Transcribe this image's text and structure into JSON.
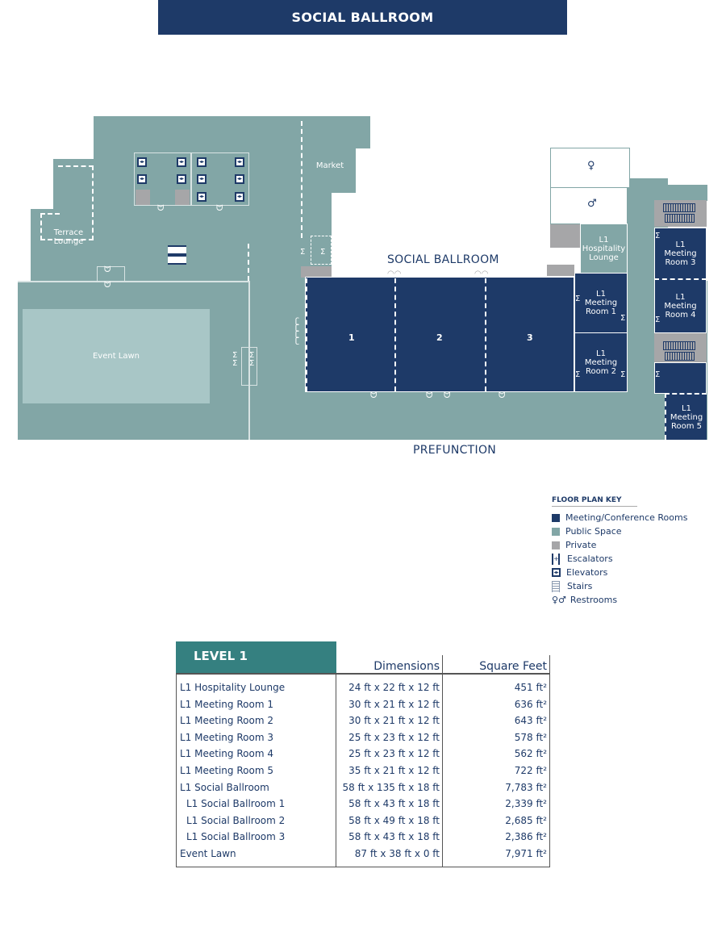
{
  "header": {
    "title": "SOCIAL BALLROOM"
  },
  "colors": {
    "meeting": "#1e3a68",
    "public": "#82a6a6",
    "private": "#a6a6a8",
    "lawn": "#a8c6c6",
    "table_header": "#358080"
  },
  "map": {
    "labels": {
      "market": "Market",
      "terrace_lounge": "Terrace Lounge",
      "event_lawn": "Event Lawn",
      "social_ballroom": "SOCIAL BALLROOM",
      "prefunction": "PREFUNCTION",
      "ballroom_1": "1",
      "ballroom_2": "2",
      "ballroom_3": "3",
      "hospitality_lounge": "L1 Hospitality Lounge",
      "meeting_room_1": "L1 Meeting Room 1",
      "meeting_room_2": "L1 Meeting Room 2",
      "meeting_room_3": "L1 Meeting Room 3",
      "meeting_room_4": "L1 Meeting Room 4",
      "meeting_room_5": "L1 Meeting Room 5"
    },
    "icons": [
      "elevator-icon",
      "escalator-icon",
      "stairs-icon",
      "restroom-women-icon",
      "restroom-men-icon",
      "door-icon"
    ]
  },
  "key": {
    "title": "FLOOR PLAN KEY",
    "items": [
      {
        "label": "Meeting/Conference Rooms",
        "icon": "meeting-swatch"
      },
      {
        "label": "Public Space",
        "icon": "public-swatch"
      },
      {
        "label": "Private",
        "icon": "private-swatch"
      },
      {
        "label": "Escalators",
        "icon": "escalator-icon"
      },
      {
        "label": "Elevators",
        "icon": "elevator-icon"
      },
      {
        "label": "Stairs",
        "icon": "stairs-icon"
      },
      {
        "label": "Restrooms",
        "icon": "restroom-icon"
      }
    ]
  },
  "table": {
    "level": "LEVEL 1",
    "columns": [
      "Dimensions",
      "Square Feet"
    ],
    "rows": [
      {
        "name": "L1 Hospitality Lounge",
        "dimensions": "24 ft x 22 ft x 12 ft",
        "sqft": "451 ft²"
      },
      {
        "name": "L1 Meeting Room 1",
        "dimensions": "30 ft x 21 ft x 12 ft",
        "sqft": "636 ft²"
      },
      {
        "name": "L1 Meeting Room 2",
        "dimensions": "30 ft x 21 ft x 12 ft",
        "sqft": "643 ft²"
      },
      {
        "name": "L1 Meeting Room 3",
        "dimensions": "25 ft x 23 ft x 12 ft",
        "sqft": "578 ft²"
      },
      {
        "name": "L1 Meeting Room 4",
        "dimensions": "25 ft x 23 ft x 12 ft",
        "sqft": "562 ft²"
      },
      {
        "name": "L1 Meeting Room 5",
        "dimensions": "35 ft x 21 ft x 12 ft",
        "sqft": "722 ft²"
      },
      {
        "name": "L1 Social Ballroom",
        "dimensions": "58 ft x 135 ft x 18 ft",
        "sqft": "7,783 ft²"
      },
      {
        "name": "L1 Social Ballroom 1",
        "dimensions": "58 ft x 43 ft x 18 ft",
        "sqft": "2,339 ft²"
      },
      {
        "name": "L1 Social Ballroom 2",
        "dimensions": "58 ft x 49 ft x 18 ft",
        "sqft": "2,685 ft²"
      },
      {
        "name": "L1 Social Ballroom 3",
        "dimensions": "58 ft x 43 ft x 18 ft",
        "sqft": "2,386 ft²"
      },
      {
        "name": "Event Lawn",
        "dimensions": "87 ft x 38 ft x 0 ft",
        "sqft": "7,971 ft²"
      }
    ]
  }
}
